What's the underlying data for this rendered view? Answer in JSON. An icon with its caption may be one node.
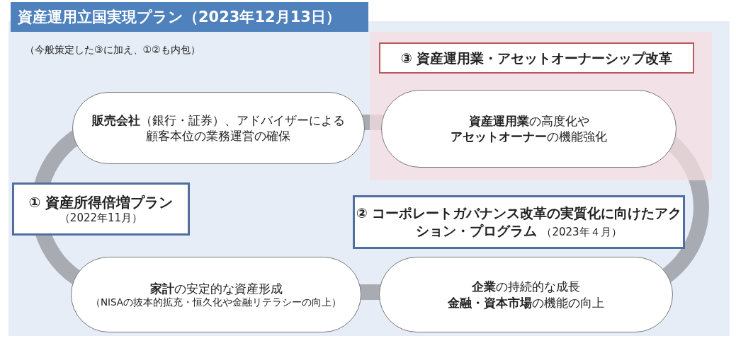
{
  "diagram": {
    "title": "資産運用立国実現プラン（2023年12月13日）",
    "nodes": [
      {
        "text": [
          "③ 資産運用業・アセットオーナーシップ改革"
        ]
      },
      {
        "text": [
          "**販売会社**（銀行・証券）、アドバイザーによる顧客本位の業務運営の確保"
        ]
      },
      {
        "text": [
          "**資産運用業**の高度化や",
          "**アセットオーナー**の機能強化"
        ]
      },
      {
        "text": [
          "① 資産所得倍増プラン",
          "（2022年11月）"
        ]
      },
      {
        "text": [
          "② コーポレートガバナンス改革の実質化に向けたアクション・プログラム",
          "（2023年４月）"
        ]
      },
      {
        "text": [
          "**家計**の安定的な資産形成",
          "（NISAの抜本的拡充・恒久化や金融リテラシーの向上）"
        ]
      },
      {
        "text": [
          "**企業**の持続的な成長",
          "**金融・資本市場**の機能の向上"
        ]
      }
    ],
    "labels": [
      "（今般策定した③に加え、①②も内包）"
    ]
  }
}
